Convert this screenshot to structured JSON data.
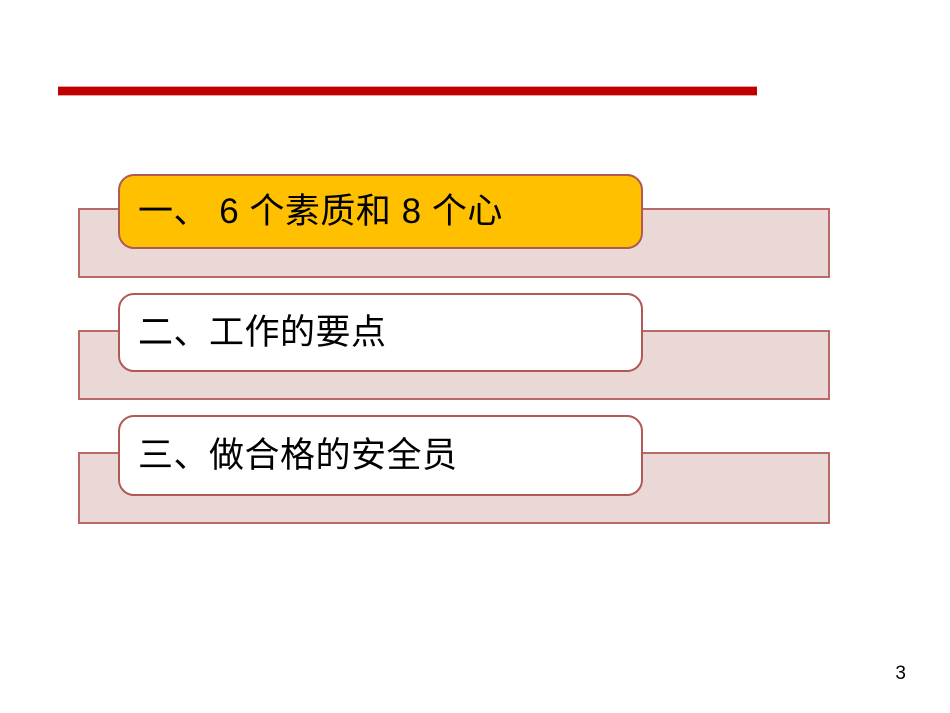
{
  "slide": {
    "page_number": "3",
    "colors": {
      "title_rule": "#C00000",
      "slab_fill": "#E9D8D6",
      "slab_border": "#B86A66",
      "pill_border": "#B05A56",
      "pill_fill_default": "#FFFFFF",
      "pill_fill_accent": "#FFC000",
      "text": "#000000"
    },
    "agenda": [
      {
        "index": "1",
        "label": "一、 6 个素质和 8 个心",
        "highlighted": "true"
      },
      {
        "index": "2",
        "label": "二、工作的要点",
        "highlighted": "false"
      },
      {
        "index": "3",
        "label": "三、做合格的安全员",
        "highlighted": "false"
      }
    ]
  }
}
